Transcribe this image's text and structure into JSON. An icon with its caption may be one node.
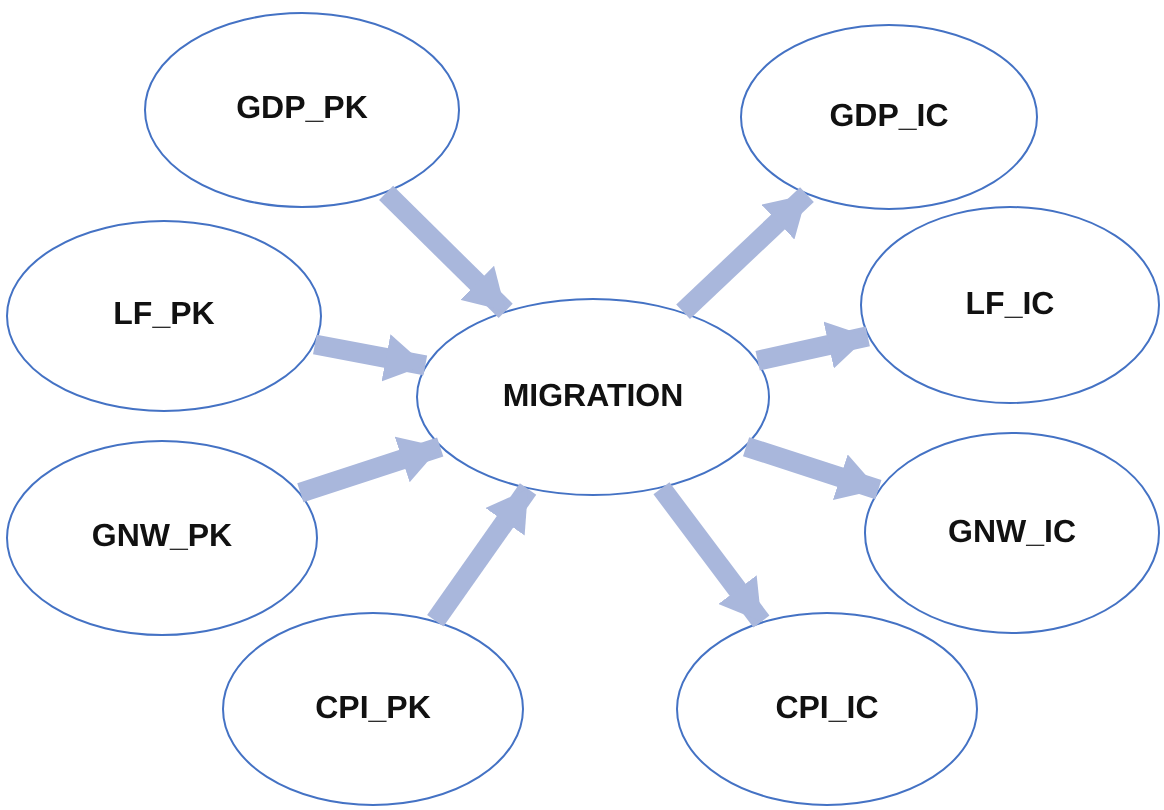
{
  "diagram": {
    "nodes": [
      {
        "text": [
          "GDP_PK"
        ]
      },
      {
        "text": [
          "LF_PK"
        ]
      },
      {
        "text": [
          "GNW_PK"
        ]
      },
      {
        "text": [
          "CPI_PK"
        ]
      },
      {
        "text": [
          "MIGRATION"
        ]
      },
      {
        "text": [
          "GDP_IC"
        ]
      },
      {
        "text": [
          "LF_IC"
        ]
      },
      {
        "text": [
          "GNW_IC"
        ]
      },
      {
        "text": [
          "CPI_IC"
        ]
      }
    ],
    "edges": [
      {
        "from": 0,
        "to": 4,
        "arrow": "to"
      },
      {
        "from": 1,
        "to": 4,
        "arrow": "to"
      },
      {
        "from": 2,
        "to": 4,
        "arrow": "to"
      },
      {
        "from": 3,
        "to": 4,
        "arrow": "to"
      },
      {
        "from": 4,
        "to": 5,
        "arrow": "to"
      },
      {
        "from": 4,
        "to": 6,
        "arrow": "to"
      },
      {
        "from": 4,
        "to": 7,
        "arrow": "to"
      },
      {
        "from": 4,
        "to": 8,
        "arrow": "to"
      }
    ]
  }
}
